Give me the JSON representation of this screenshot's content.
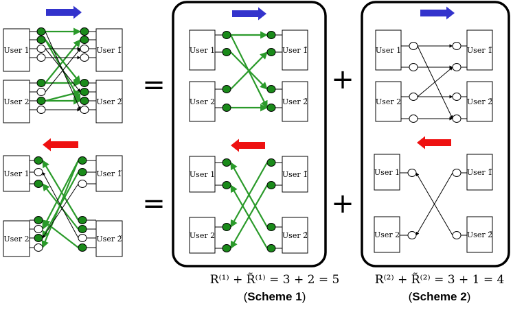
{
  "user_labels": {
    "u1": "User 1",
    "u2": "User 2",
    "u1t": "User 1̃",
    "u2t": "User 2̃"
  },
  "operators": {
    "equals": "=",
    "plus": "+"
  },
  "scheme1": {
    "equation": "R⁽¹⁾ + R̃⁽¹⁾ = 3 + 2 = 5",
    "caption_open": "(",
    "caption_bold": "Scheme 1",
    "caption_close": ")"
  },
  "scheme2": {
    "equation": "R⁽²⁾ + R̃⁽²⁾ = 3 + 1 = 4",
    "caption_open": "(",
    "caption_bold": "Scheme 2",
    "caption_close": ")"
  },
  "colors": {
    "forward_arrow": "#3333cc",
    "backward_arrow": "#ee1111",
    "active_node": "#1a8a1a",
    "active_link": "#2a9a2a",
    "idle_link": "#000000"
  }
}
